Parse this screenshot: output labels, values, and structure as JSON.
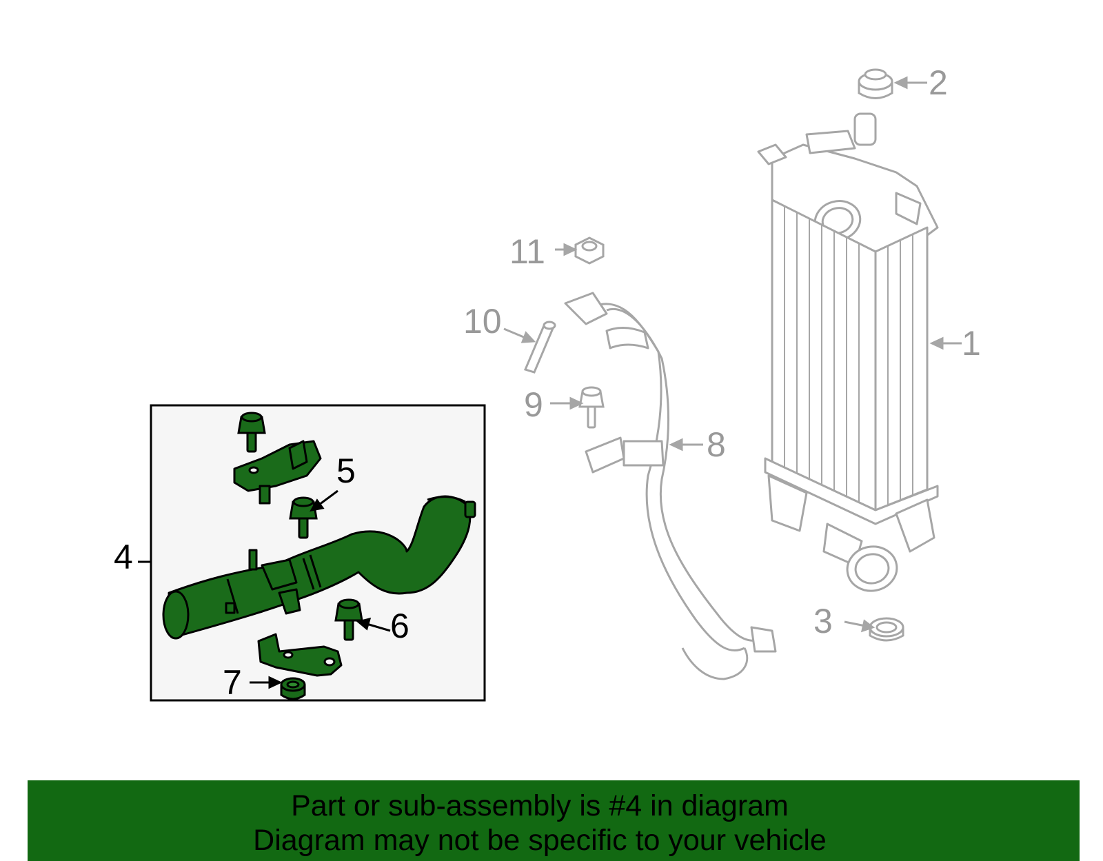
{
  "colors": {
    "highlight_fill": "#1a6b1a",
    "highlight_fill_light": "#2e8a2e",
    "unselected_stroke": "#a6a6a6",
    "inset_background": "#f6f6f6",
    "banner_background": "#126912"
  },
  "callouts": {
    "c1": "1",
    "c2": "2",
    "c3": "3",
    "c4": "4",
    "c5": "5",
    "c6": "6",
    "c7": "7",
    "c8": "8",
    "c9": "9",
    "c10": "10",
    "c11": "11"
  },
  "highlighted_part": "4",
  "banner": {
    "line1": "Part or sub-assembly is #4 in diagram",
    "line2": "Diagram may not be specific to your vehicle"
  }
}
